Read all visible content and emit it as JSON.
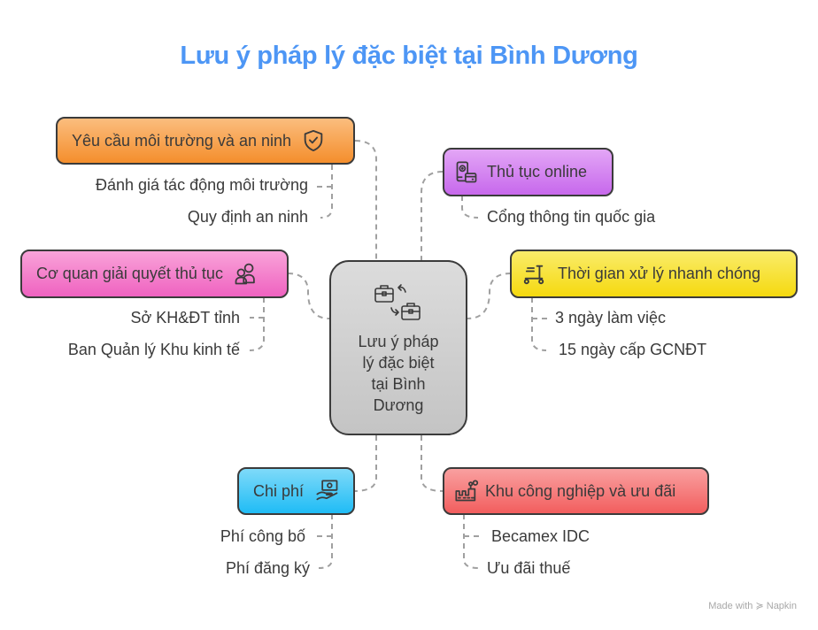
{
  "title": "Lưu ý pháp lý đặc biệt tại Bình Dương",
  "center": {
    "label": "Lưu ý pháp lý đặc biệt tại Bình Dương",
    "lines": [
      "Lưu ý pháp",
      "lý đặc biệt",
      "tại Bình",
      "Dương"
    ],
    "icon": "briefcase-exchange-icon"
  },
  "branches": [
    {
      "id": "environment",
      "label": "Yêu cầu môi trường và an ninh",
      "icon": "shield-check-icon",
      "color": "#f7a04a",
      "children": [
        "Đánh giá tác động môi trường",
        "Quy định an ninh"
      ]
    },
    {
      "id": "online",
      "label": "Thủ tục online",
      "icon": "phone-card-icon",
      "color": "#cf7ff0",
      "children": [
        "Cổng thông tin quốc gia"
      ]
    },
    {
      "id": "agencies",
      "label": "Cơ quan giải quyết thủ tục",
      "icon": "people-icon",
      "color": "#f47fcd",
      "children": [
        "Sở KH&ĐT tỉnh",
        "Ban Quản lý Khu kinh tế"
      ]
    },
    {
      "id": "time",
      "label": "Thời gian xử lý nhanh chóng",
      "icon": "scooter-icon",
      "color": "#f7e224",
      "children": [
        "3 ngày làm việc",
        "15 ngày cấp GCNĐT"
      ]
    },
    {
      "id": "cost",
      "label": "Chi phí",
      "icon": "money-hand-icon",
      "color": "#2cc4f7",
      "children": [
        "Phí công bố",
        "Phí đăng ký"
      ]
    },
    {
      "id": "industrial",
      "label": "Khu công nghiệp và ưu đãi",
      "icon": "factory-icon",
      "color": "#f56e6e",
      "children": [
        "Becamex IDC",
        "Ưu đãi thuế"
      ]
    }
  ],
  "footer": {
    "made_with": "Made with",
    "brand": "Napkin"
  }
}
